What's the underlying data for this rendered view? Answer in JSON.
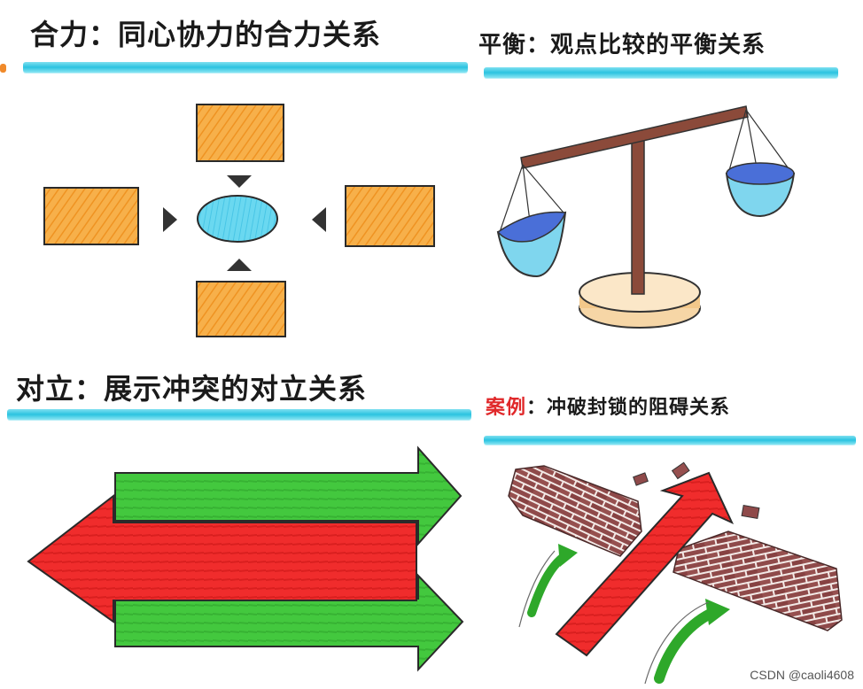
{
  "panels": {
    "synergy": {
      "title": "合力：同心协力的合力关系"
    },
    "balance": {
      "title": "平衡：观点比较的平衡关系"
    },
    "opposition": {
      "title": "对立：展示冲突的对立关系"
    },
    "case": {
      "title_prefix": "案例",
      "title_rest": "：冲破封锁的阻碍关系"
    }
  },
  "watermark": "CSDN @caoli4608",
  "colors": {
    "orange": "#f5a23a",
    "cyan": "#5fd3ee",
    "green": "#3ec43a",
    "red": "#ef2a2a",
    "brick": "#8f4a4a",
    "stripe": "#2bc3e0",
    "pan_blue": "#4a6fd8",
    "beam_brown": "#8b4a3a"
  },
  "icons": {
    "arrow_triangle": "triangle-arrow-icon",
    "brick_wall": "brick-wall-icon",
    "balance_scale": "balance-scale-icon"
  }
}
